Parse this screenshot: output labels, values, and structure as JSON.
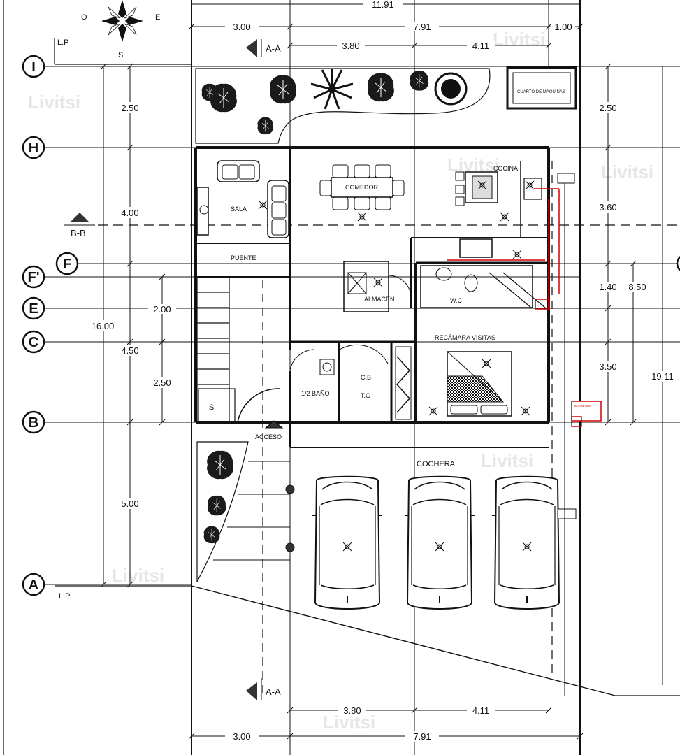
{
  "compass": {
    "west": "O",
    "east": "E",
    "south": "S"
  },
  "property_line": "L.P",
  "grid_labels": [
    "I",
    "H",
    "F",
    "F'",
    "E",
    "C",
    "B",
    "A"
  ],
  "section_marks": {
    "aa": "A-A",
    "bb": "B-B"
  },
  "rooms": {
    "maquinas": "CUARTO DE MÁQUINAS",
    "sala": "SALA",
    "comedor": "COMEDOR",
    "cocina": "COCINA",
    "puente": "PUENTE",
    "almacen": "ALMACEN",
    "wc": "W.C",
    "recamara": "RECÁMARA VISITAS",
    "cb": "C.B",
    "tg": "T.G",
    "medio_bano": "1/2 BAÑO",
    "acceso": "ACCESO",
    "cochera": "COCHERA",
    "stair": "S"
  },
  "dims": {
    "total_width": "11.91",
    "top_w1": "3.00",
    "top_w2": "7.91",
    "top_w3": "1.00",
    "top_w4": "3.80",
    "top_w5": "4.11",
    "bot_w1": "3.80",
    "bot_w2": "4.11",
    "bot_w3": "3.00",
    "bot_w4": "7.91",
    "l_250": "2.50",
    "l_400": "4.00",
    "l_450": "4.50",
    "l_500": "5.00",
    "l_1600": "16.00",
    "l_200": "2.00",
    "l_250b": "2.50",
    "r_250": "2.50",
    "r_360": "3.60",
    "r_140": "1.40",
    "r_850": "8.50",
    "r_350": "3.50",
    "r_1911": "19.11"
  },
  "watermark": "Livitsi",
  "colors": {
    "line": "#111111",
    "accent": "#d00000",
    "light": "#888888",
    "watermark": "#e6e6e6"
  }
}
